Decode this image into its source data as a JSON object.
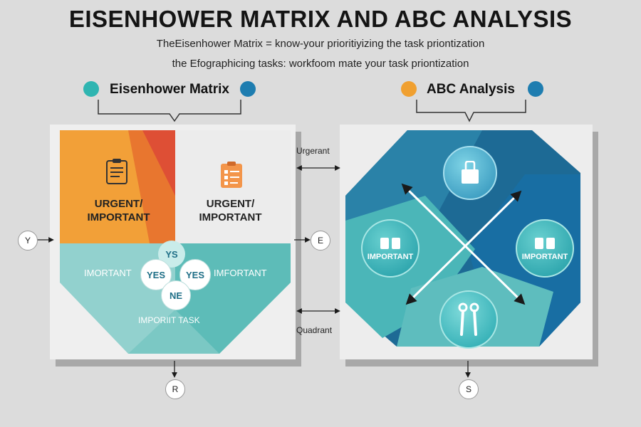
{
  "header": {
    "title": "EISENHOWER MATRIX AND ABC ANALYSIS",
    "subtitle_line1": "TheEisenhower Matrix  =  know-your prioritiyizing the task priontization",
    "subtitle_line2": "the Efographicing tasks: workfoom mate your task priontization"
  },
  "eisenhower": {
    "label": "Eisenhower Matrix",
    "dot_left_color": "#2fb5b1",
    "dot_right_color": "#1e7db0",
    "quadrant_1": {
      "line1": "URGENT/",
      "line2": "IMPORTANT",
      "icon": "clipboard-icon"
    },
    "quadrant_2": {
      "line1": "URGENT/",
      "line2": "IMPORTANT",
      "icon": "checklist-icon"
    },
    "left_text": "IMORTANT",
    "right_text": "IMFORTANT",
    "bottom_text": "IMPORIIT TASK",
    "bubble_top": "YS",
    "bubble_left": "YES",
    "bubble_right": "YES",
    "bubble_bottom": "NE",
    "axis_left": "Y",
    "axis_bottom": "R"
  },
  "abc": {
    "label": "ABC Analysis",
    "dot_left_color": "#f0a030",
    "dot_right_color": "#1e7db0",
    "left_circle_text": "IMPORTANT",
    "right_circle_text": "IMPORTANT",
    "top_icon": "bag-icon",
    "bottom_icon": "tools-icon",
    "axis_right": "E",
    "axis_bottom": "S"
  },
  "connectors": {
    "top_label": "Urgerant",
    "bottom_label": "Quadrant"
  }
}
